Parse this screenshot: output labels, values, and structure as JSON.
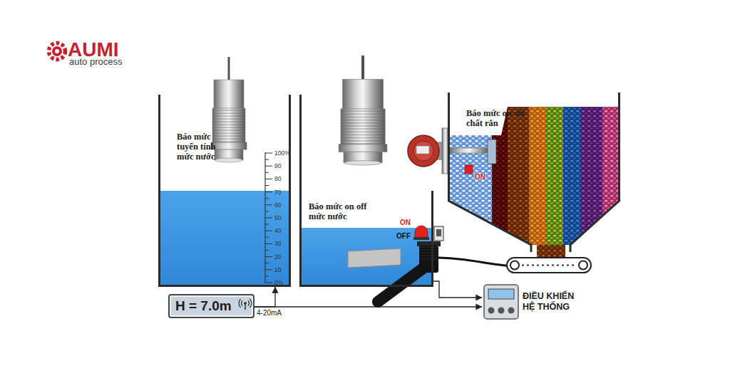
{
  "diagram": {
    "nodes": [
      {
        "text": [
          "Báo mức tuyến tính mức nước"
        ]
      },
      {
        "text": [
          "Báo mức on off mức nước"
        ]
      },
      {
        "text": [
          "Báo mức on off chất rắn"
        ]
      },
      {
        "text": [
          "H = 7.0m"
        ]
      },
      {
        "text": [
          "ĐIỀU KHIỂN HỆ THỐNG"
        ]
      }
    ],
    "edges": [
      {
        "from": 3,
        "to": 0,
        "arrow": "to"
      },
      {
        "from": 3,
        "to": 4,
        "label": "4-20mA",
        "arrow": "to"
      },
      {
        "from": 1,
        "to": 4,
        "arrow": "to"
      }
    ],
    "labels": [
      "AUMI",
      "auto process",
      "100%",
      "90",
      "80",
      "70",
      "60",
      "50",
      "40",
      "30",
      "20",
      "10",
      "0%",
      "ON",
      "OFF",
      "ON"
    ]
  }
}
